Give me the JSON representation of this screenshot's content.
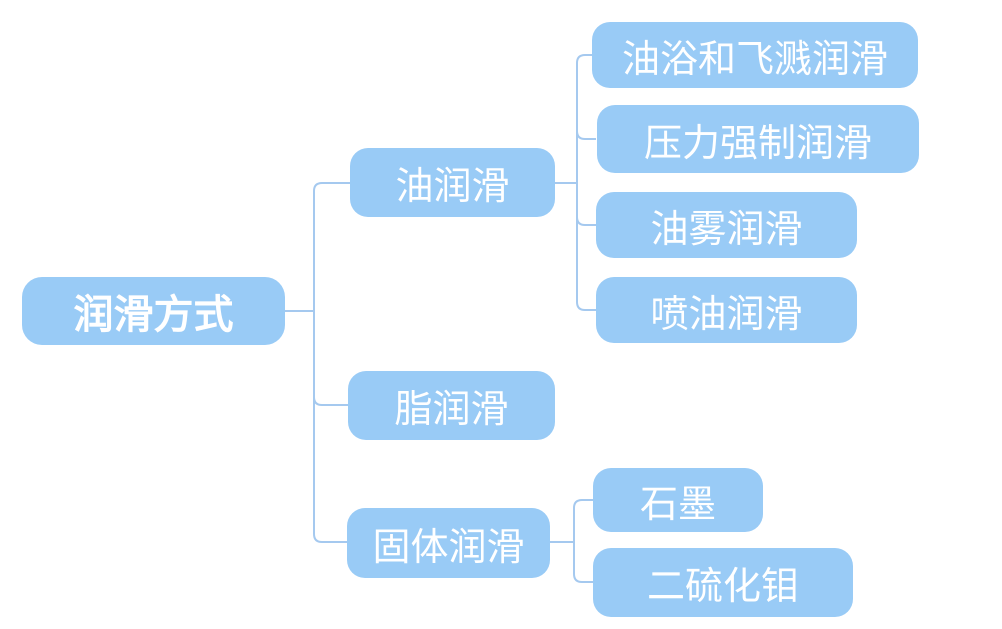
{
  "colors": {
    "node_fill": "#99CBF6",
    "node_text": "#FFFFFF",
    "connector_line": "#A5C9EF",
    "canvas_background": "#FFFFFF"
  },
  "mindmap": {
    "root": {
      "label": "润滑方式"
    },
    "branches": [
      {
        "label": "油润滑",
        "children": [
          {
            "label": "油浴和飞溅润滑"
          },
          {
            "label": "压力强制润滑"
          },
          {
            "label": "油雾润滑"
          },
          {
            "label": "喷油润滑"
          }
        ]
      },
      {
        "label": "脂润滑",
        "children": []
      },
      {
        "label": "固体润滑",
        "children": [
          {
            "label": "石墨"
          },
          {
            "label": "二硫化钼"
          }
        ]
      }
    ]
  }
}
